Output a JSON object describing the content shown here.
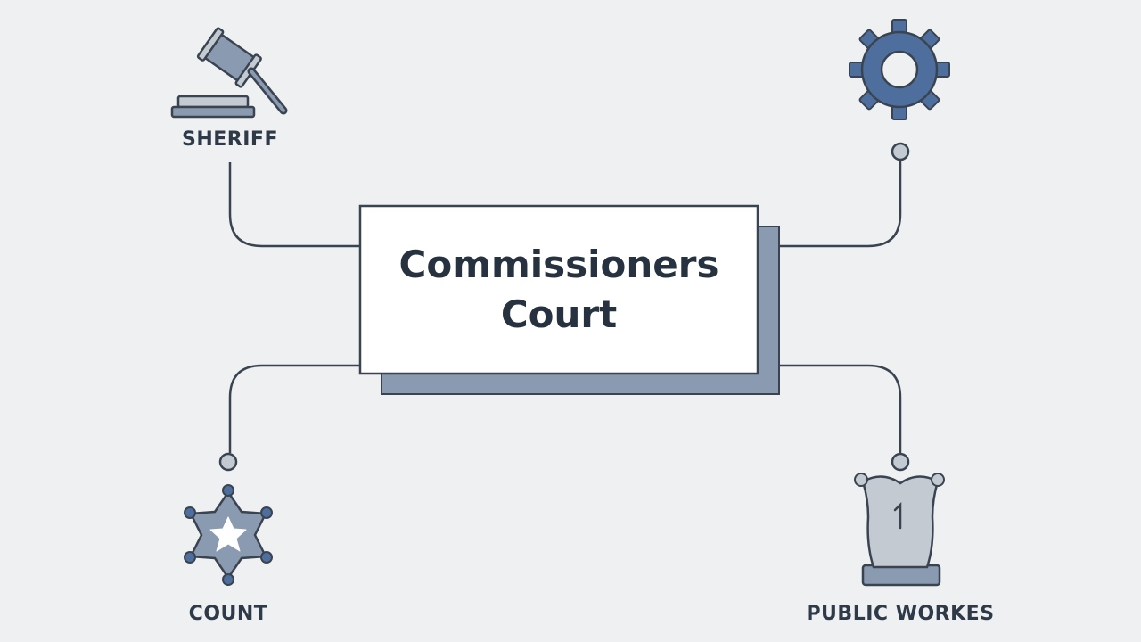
{
  "center_node": {
    "title_line1": "Commissioners",
    "title_line2": "Court"
  },
  "nodes": [
    {
      "id": "sheriff",
      "label": "SHERIFF",
      "icon": "gavel-icon"
    },
    {
      "id": "settings",
      "label": "",
      "icon": "gear-icon"
    },
    {
      "id": "count",
      "label": "COUNT",
      "icon": "sheriff-badge-icon"
    },
    {
      "id": "public_works",
      "label": "PUBLIC WORKES",
      "icon": "shield-icon"
    }
  ],
  "colors": {
    "background": "#eef0f2",
    "line": "#3a4450",
    "box_fill": "#ffffff",
    "box_shadow": "#8a9ab0",
    "icon_blue": "#4e6f9e",
    "icon_gray": "#c4cad1",
    "text": "#263240"
  }
}
